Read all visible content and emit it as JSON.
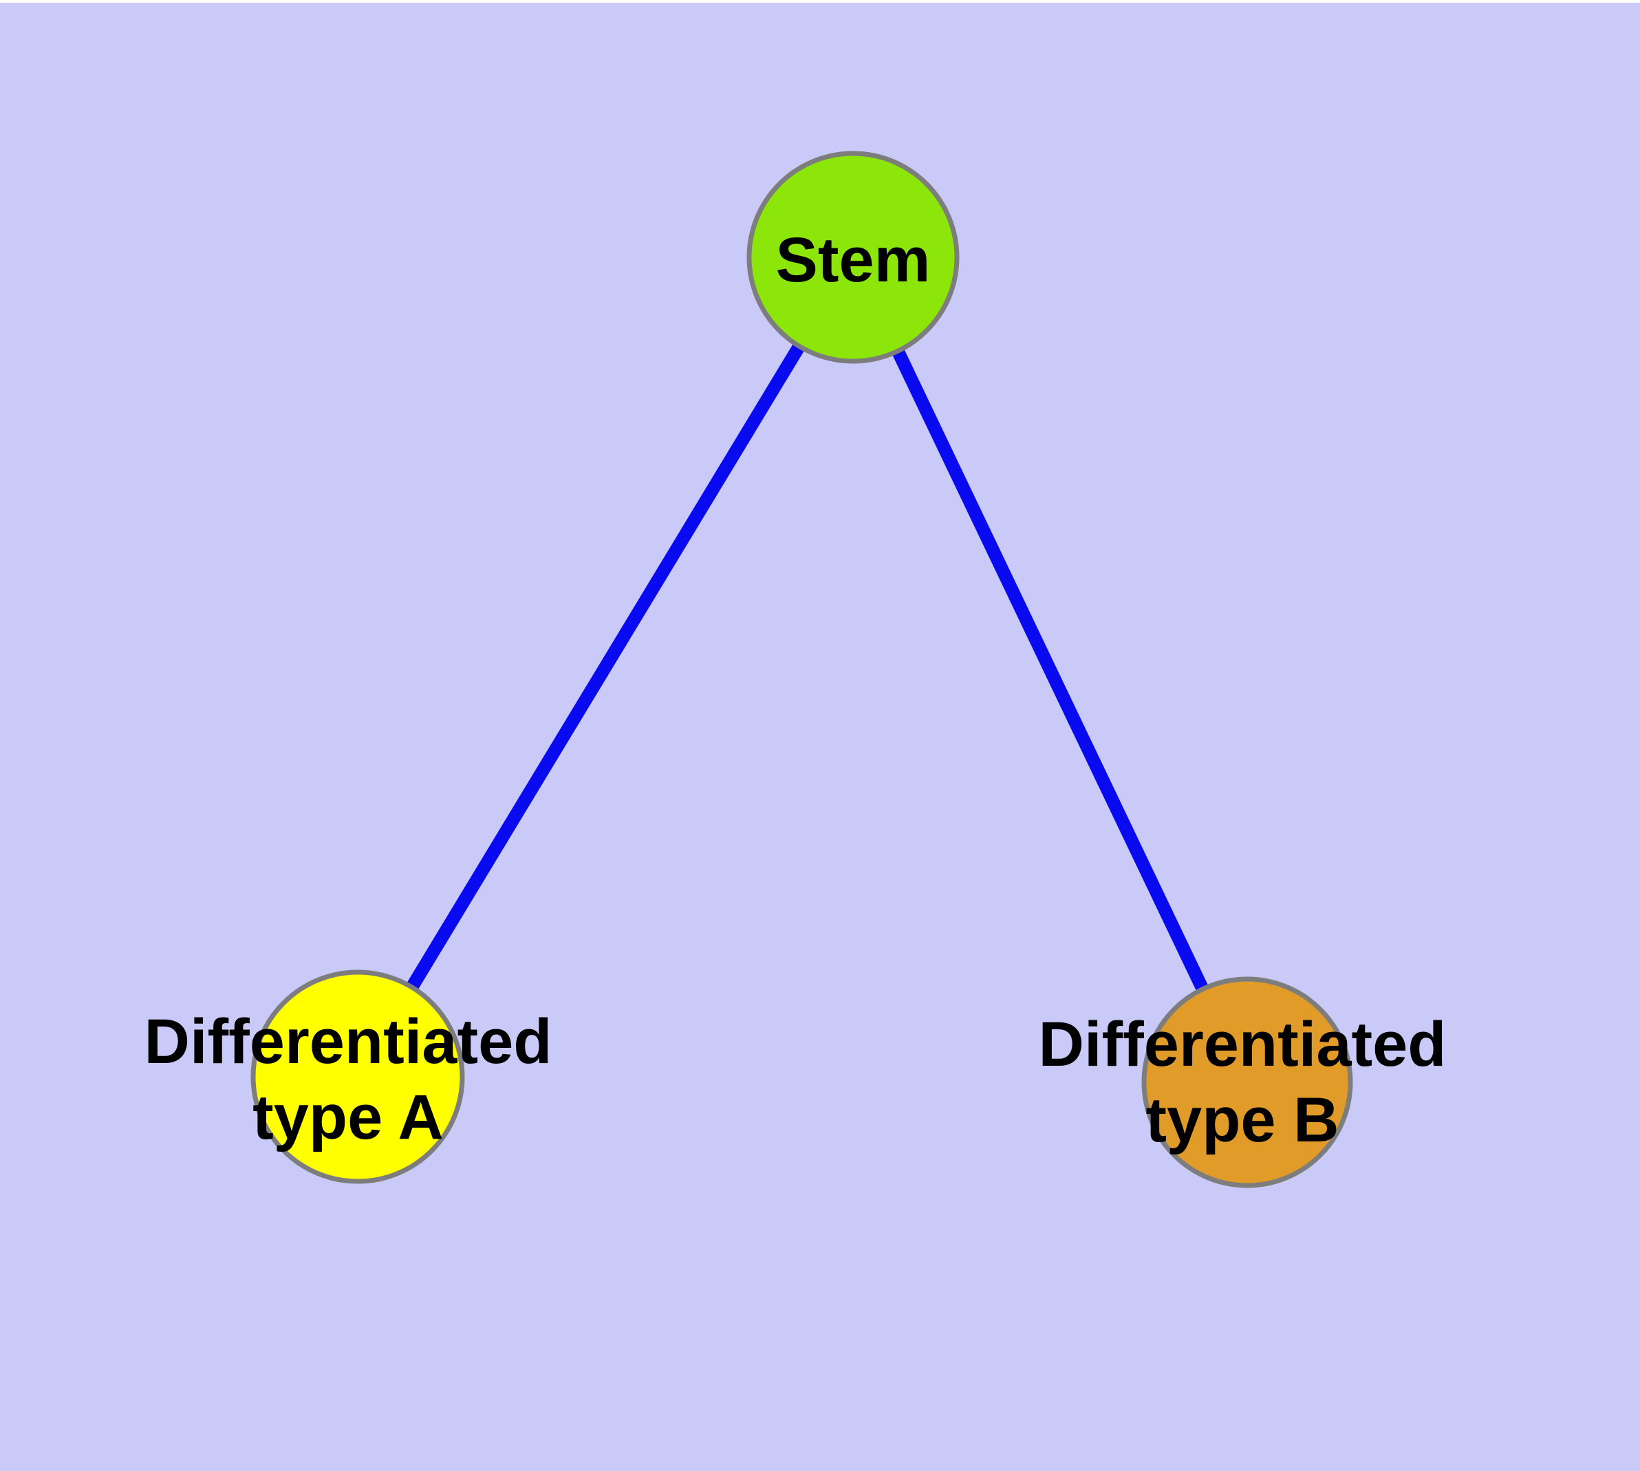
{
  "diagram": {
    "background_color": "#cacaf8",
    "top_margin_color": "#ffffff",
    "edge_color": "#0a0af0",
    "node_border_color": "#7d7d7d",
    "label_color": "#000000",
    "nodes": {
      "stem": {
        "label": "Stem",
        "fill": "#8ce609"
      },
      "diff_a": {
        "label_line1": "Differentiated",
        "label_line2": "type A",
        "fill": "#ffff00"
      },
      "diff_b": {
        "label_line1": "Differentiated",
        "label_line2": "type B",
        "fill": "#e09b28"
      }
    },
    "edges": [
      {
        "from": "Stem",
        "to": "Differentiated type A"
      },
      {
        "from": "Stem",
        "to": "Differentiated type B"
      }
    ]
  }
}
